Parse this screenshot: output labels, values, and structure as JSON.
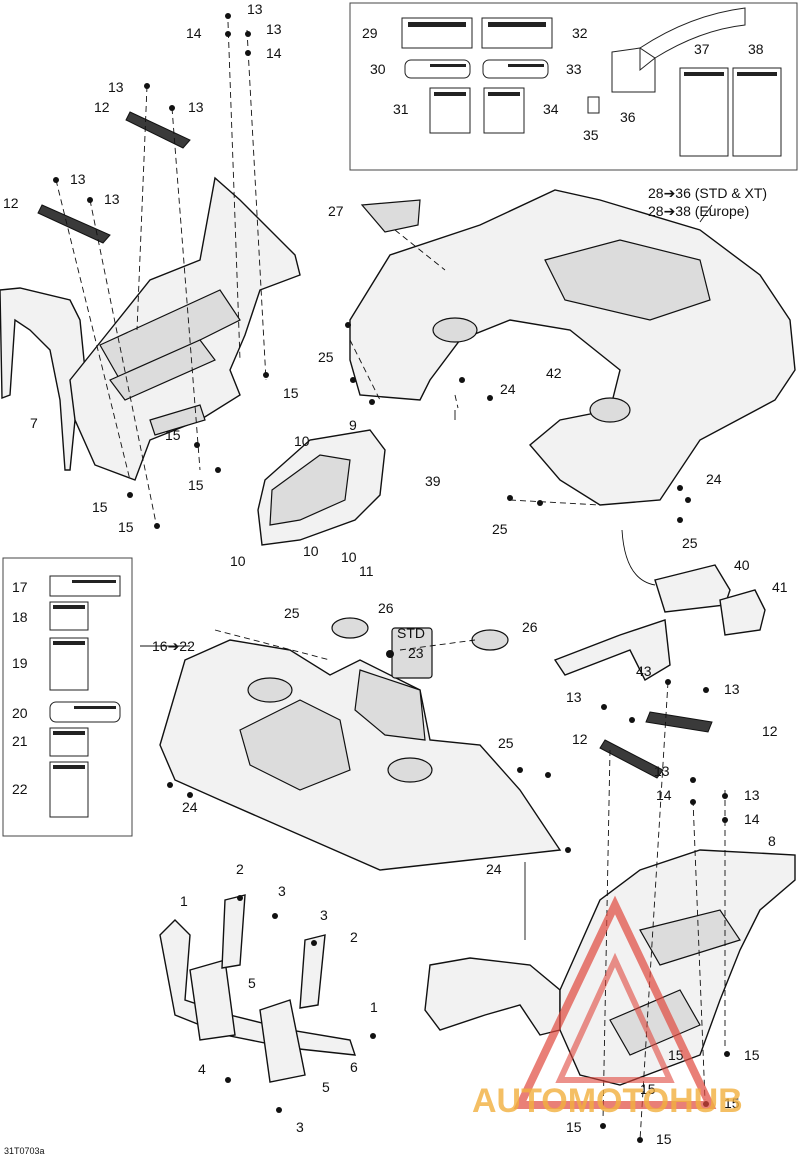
{
  "diagram": {
    "code": "31T0703a",
    "watermark": "AUTOMOTOHUB",
    "std_label": "STD",
    "group_std_xt": "28➔36 (STD & XT)",
    "group_europe": "28➔38 (Europe)",
    "group_decals": "16➔22",
    "callouts": {
      "c1": "1",
      "c2": "2",
      "c3": "3",
      "c4": "4",
      "c5": "5",
      "c6": "6",
      "c7": "7",
      "c8": "8",
      "c9": "9",
      "c10": "10",
      "c11": "11",
      "c12": "12",
      "c13": "13",
      "c14": "14",
      "c15": "15",
      "c17": "17",
      "c18": "18",
      "c19": "19",
      "c20": "20",
      "c21": "21",
      "c22": "22",
      "c23": "23",
      "c24": "24",
      "c25": "25",
      "c26": "26",
      "c27": "27",
      "c29": "29",
      "c30": "30",
      "c31": "31",
      "c32": "32",
      "c33": "33",
      "c34": "34",
      "c35": "35",
      "c36": "36",
      "c37": "37",
      "c38": "38",
      "c39": "39",
      "c40": "40",
      "c41": "41",
      "c42": "42",
      "c43": "43"
    }
  }
}
